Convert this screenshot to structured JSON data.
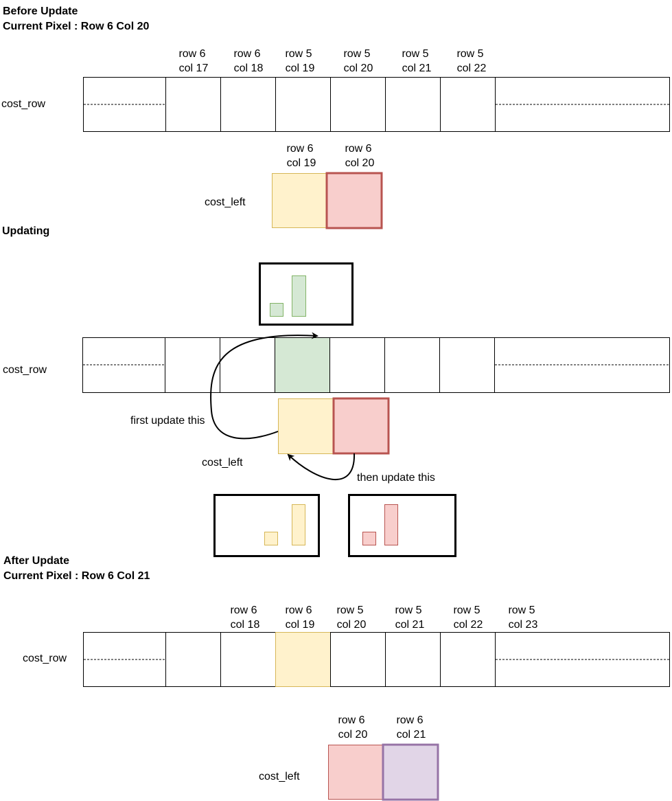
{
  "colors": {
    "yellow_fill": "#fff2cc",
    "yellow_stroke": "#d6b656",
    "red_fill": "#f8cecc",
    "red_stroke": "#b85450",
    "green_fill": "#d5e8d4",
    "green_stroke": "#82b366",
    "purple_fill": "#e1d5e7",
    "purple_stroke": "#9673a6"
  },
  "before": {
    "title": "Before Update",
    "subtitle": "Current Pixel : Row 6 Col 20",
    "row_label": "cost_row",
    "row_cells": [
      {
        "r": "row 6",
        "c": "col 17"
      },
      {
        "r": "row 6",
        "c": "col 18"
      },
      {
        "r": "row 5",
        "c": "col 19"
      },
      {
        "r": "row 5",
        "c": "col 20"
      },
      {
        "r": "row 5",
        "c": "col 21"
      },
      {
        "r": "row 5",
        "c": "col 22"
      }
    ],
    "left_label": "cost_left",
    "left_cells": [
      {
        "r": "row 6",
        "c": "col 19"
      },
      {
        "r": "row 6",
        "c": "col 20"
      }
    ]
  },
  "updating": {
    "title": "Updating",
    "row_label": "cost_row",
    "left_label": "cost_left",
    "first_note": "first update this",
    "then_note": "then update this"
  },
  "after": {
    "title": "After Update",
    "subtitle": "Current Pixel : Row 6 Col 21",
    "row_label": "cost_row",
    "row_cells": [
      {
        "r": "row 6",
        "c": "col 18"
      },
      {
        "r": "row 6",
        "c": "col 19"
      },
      {
        "r": "row 5",
        "c": "col 20"
      },
      {
        "r": "row 5",
        "c": "col 21"
      },
      {
        "r": "row 5",
        "c": "col 22"
      },
      {
        "r": "row 5",
        "c": "col 23"
      }
    ],
    "left_label": "cost_left",
    "left_cells": [
      {
        "r": "row 6",
        "c": "col 20"
      },
      {
        "r": "row 6",
        "c": "col 21"
      }
    ]
  }
}
